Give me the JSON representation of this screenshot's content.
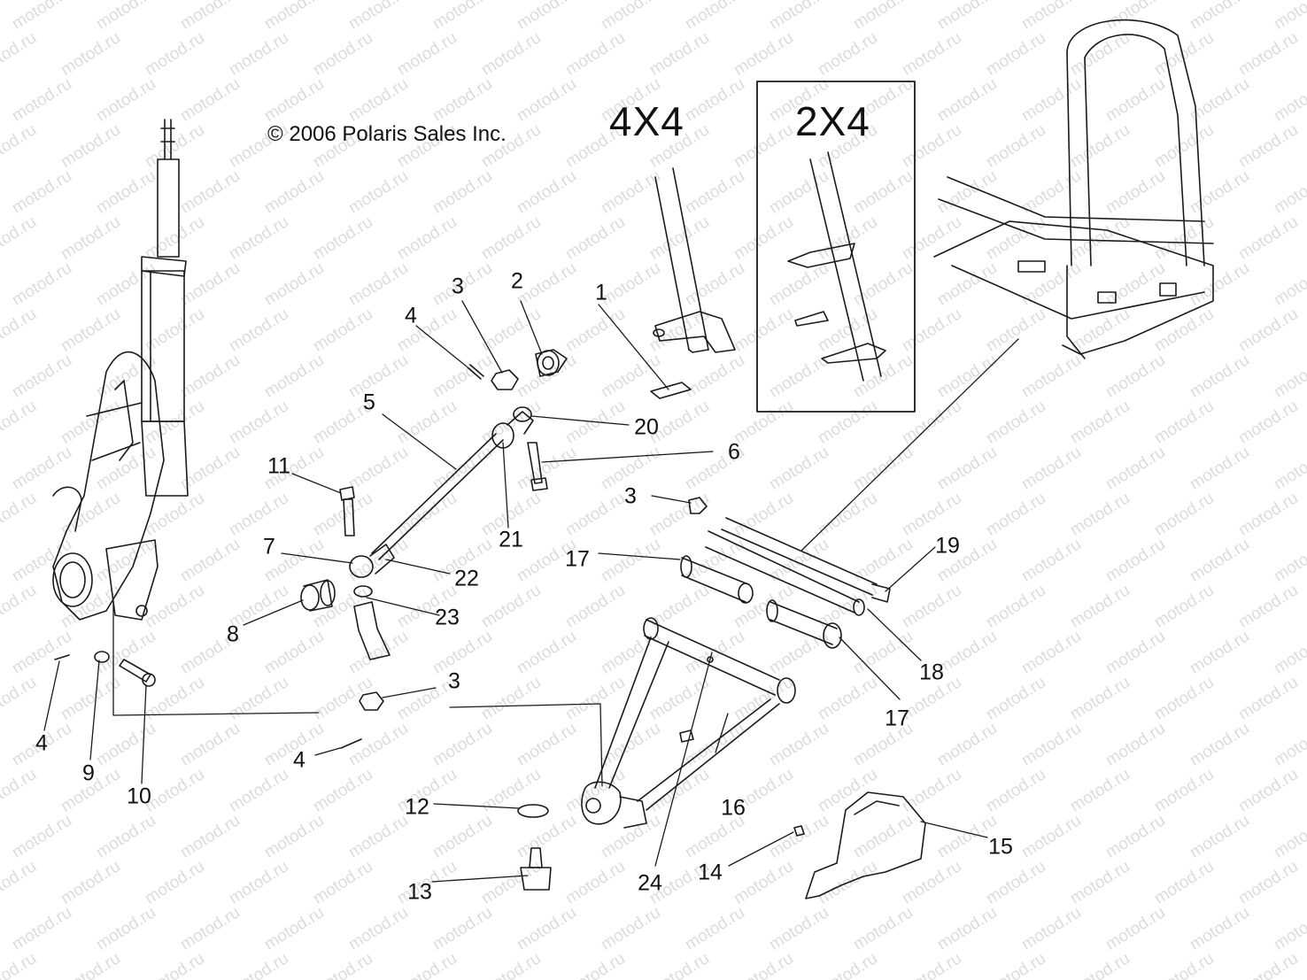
{
  "copyright": "© 2006 Polaris Sales Inc.",
  "variant_4x4": "4X4",
  "variant_2x4": "2X4",
  "watermark": "motod.ru",
  "callouts": [
    "1",
    "2",
    "3",
    "4",
    "5",
    "6",
    "7",
    "8",
    "9",
    "10",
    "11",
    "12",
    "13",
    "14",
    "15",
    "16",
    "17",
    "18",
    "19",
    "20",
    "21",
    "22",
    "23",
    "24"
  ],
  "extra_callouts": {
    "3b": "3",
    "3c": "3",
    "4b": "4",
    "4c": "4",
    "17b": "17"
  }
}
